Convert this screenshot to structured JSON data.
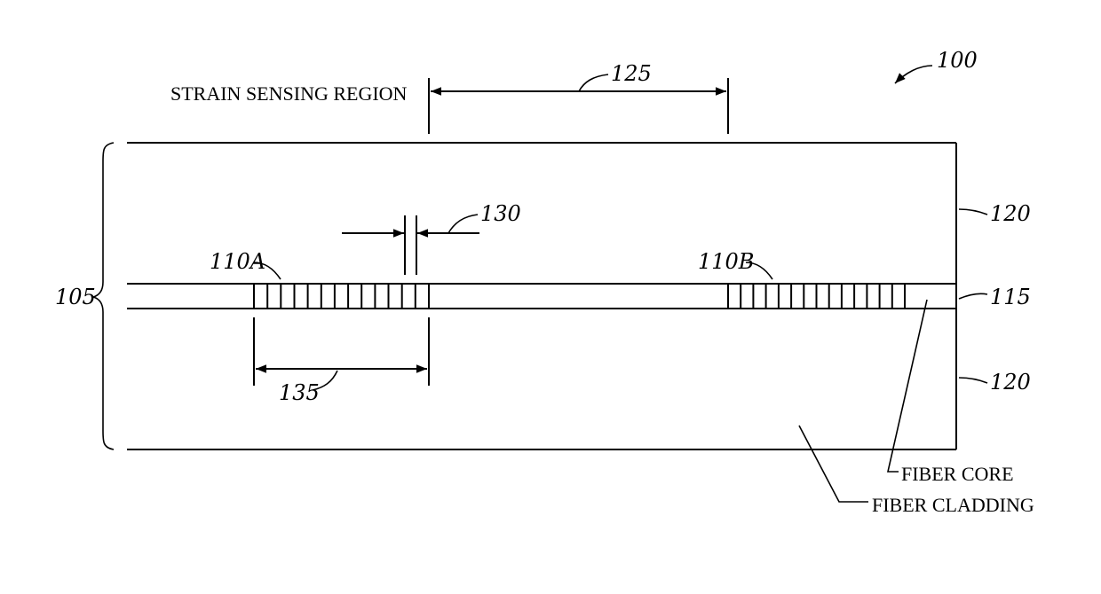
{
  "figure": {
    "labels": {
      "strain_sensing_region": "STRAIN SENSING REGION",
      "fiber_core": "FIBER CORE",
      "fiber_cladding": "FIBER CLADDING"
    },
    "reference_numerals": {
      "device": "100",
      "fiber": "105",
      "grating_a": "110A",
      "grating_b": "110B",
      "core": "115",
      "cladding_top": "120",
      "cladding_bottom": "120",
      "region_length": "125",
      "grating_period": "130",
      "grating_length": "135"
    },
    "gratings": [
      {
        "id": "110A",
        "line_count": 14
      },
      {
        "id": "110B",
        "line_count": 15
      }
    ]
  }
}
